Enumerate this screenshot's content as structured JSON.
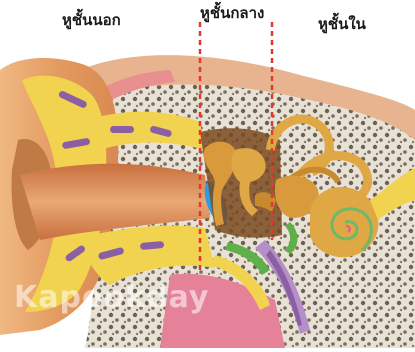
{
  "labels": {
    "outer_ear": "หูชั้นนอก",
    "middle_ear": "หูชั้นกลาง",
    "inner_ear": "หูชั้นใน"
  },
  "watermark": "Kapookday",
  "colors": {
    "skin": "#e9a46c",
    "cartilage": "#f2d34f",
    "bone": "#ede5d8",
    "divider": "#e03a2a",
    "eardrum": "#2f9be0"
  }
}
